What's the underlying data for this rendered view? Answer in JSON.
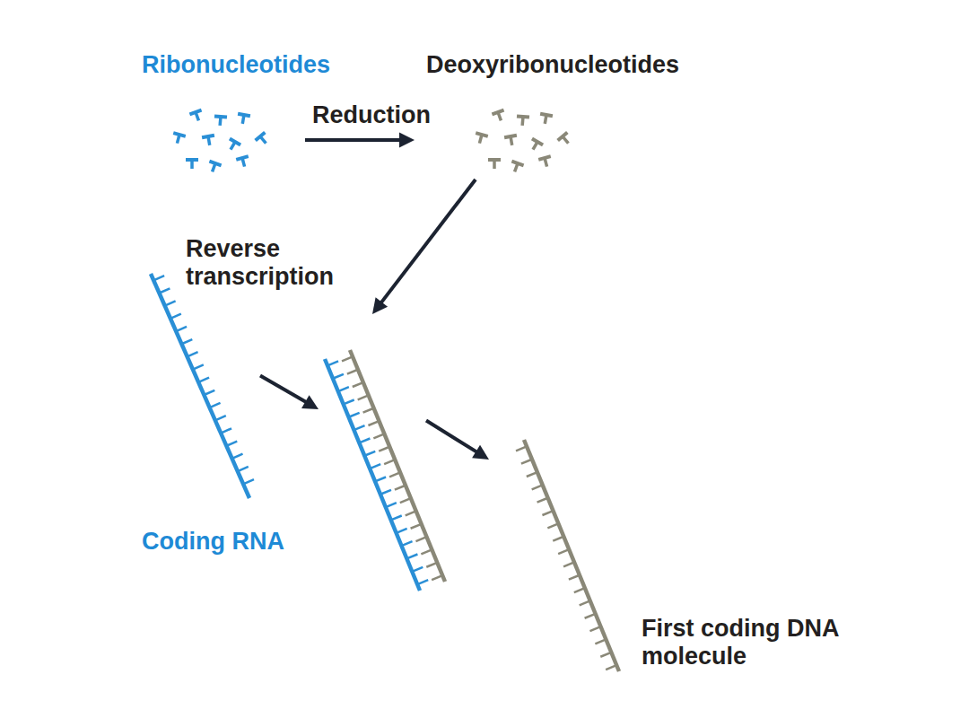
{
  "diagram": {
    "nodes": [
      {
        "text": [
          "Ribonucleotides"
        ]
      },
      {
        "text": [
          "Deoxyribonucleotides"
        ]
      },
      {
        "text": [
          "Reverse transcription"
        ]
      },
      {
        "text": [
          "Coding RNA"
        ]
      },
      {
        "text": [
          "First coding DNA molecule"
        ]
      }
    ],
    "edges": [
      {
        "from": 0,
        "to": 1,
        "arrow": "to",
        "label": "Reduction"
      },
      {
        "from": 1,
        "to": 2,
        "arrow": "to"
      },
      {
        "from": 3,
        "to": 2,
        "arrow": "to"
      },
      {
        "from": 2,
        "to": 4,
        "arrow": "to"
      }
    ]
  }
}
